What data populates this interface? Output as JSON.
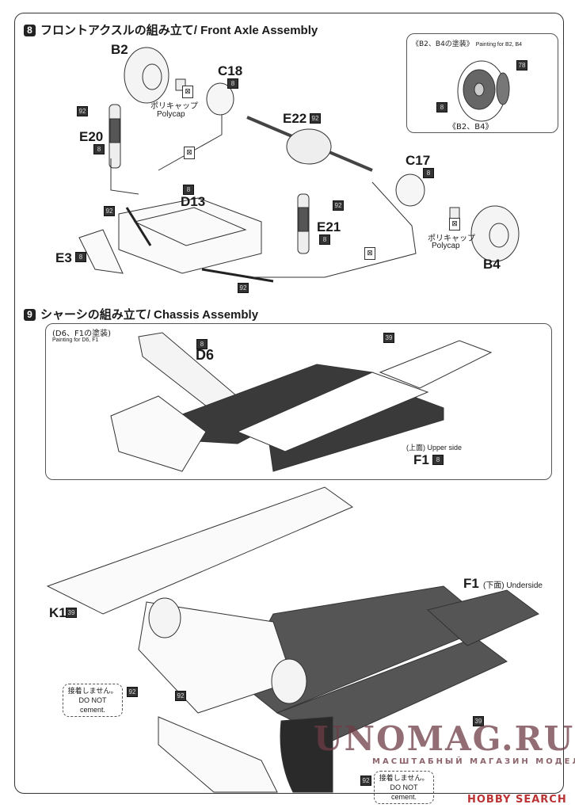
{
  "step8": {
    "number": "8",
    "title": "フロントアクスルの組み立て/ Front Axle Assembly",
    "parts": {
      "b2": "B2",
      "c18": "C18",
      "e20": "E20",
      "e22": "E22",
      "d13": "D13",
      "e21": "E21",
      "c17": "C17",
      "b4": "B4",
      "e3": "E3"
    },
    "polycap_jp": "ポリキャップ",
    "polycap_en": "Polycap",
    "paint_codes": {
      "c18": "8",
      "e20_top": "92",
      "e20": "8",
      "e22": "92",
      "d13": "8",
      "d13_arm": "92",
      "e21_top": "92",
      "e21": "8",
      "c17": "8",
      "e3": "8",
      "rod": "92"
    },
    "painting_inset": {
      "title_jp": "《B2、B4の塗装》",
      "title_en": "Painting for B2, B4",
      "code_caliper": "78",
      "code_disc": "8",
      "caption": "《B2、B4》"
    }
  },
  "step9": {
    "number": "9",
    "title": "シャーシの組み立て/ Chassis Assembly",
    "painting_inset": {
      "title_jp": "(D6、F1の塗装)",
      "title_en": "Painting for D6, F1",
      "d6_label": "D6",
      "d6_code": "8",
      "floor_code": "39",
      "upper_side": "(上面) Upper side",
      "f1_label": "F1",
      "f1_code": "8"
    },
    "k1_label": "K1",
    "k1_code": "39",
    "f1_label": "F1",
    "underside": "(下面) Underside",
    "floor_code": "39",
    "note_jp": "接着しません。",
    "note_en": "DO NOT cement.",
    "code_92": "92"
  },
  "watermark": {
    "title": "UNOMAG.RU",
    "subtitle": "МАСШТАБНЫЙ МАГАЗИН МОДЕЛЕЙ"
  },
  "source_logo": "HOBBY SEARCH"
}
